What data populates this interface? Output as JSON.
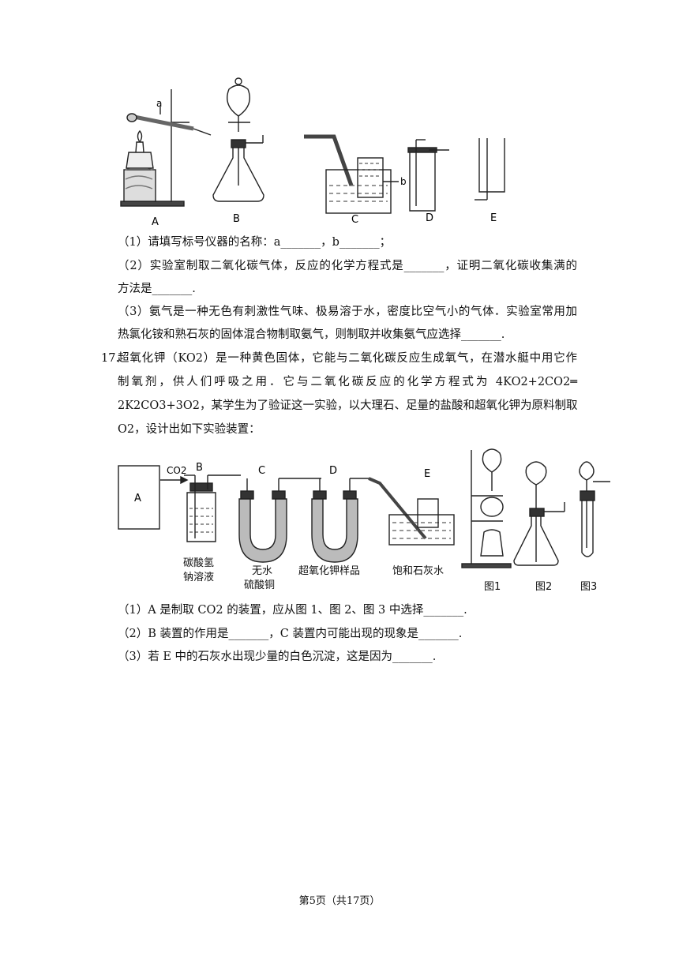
{
  "figure1": {
    "labels": [
      "A",
      "B",
      "C",
      "D",
      "E"
    ],
    "marker_a": "a",
    "marker_b": "b"
  },
  "q16": {
    "sub1": "（1）请填写标号仪器的名称：a_______，b_______；",
    "sub2_line1": "（2）实验室制取二氧化碳气体，反应的化学方程式是_______，证明二氧化碳收集满的",
    "sub2_line2": "方法是_______.",
    "sub3_line1": "（3）氨气是一种无色有刺激性气味、极易溶于水，密度比空气小的气体．实验室常用加",
    "sub3_line2": "热氯化铵和熟石灰的固体混合物制取氨气，则制取并收集氨气应选择_______."
  },
  "q17": {
    "number": "17.",
    "line1": "超氧化钾（KO2）是一种黄色固体，它能与二氧化碳反应生成氧气，在潜水艇中用它作",
    "line2": "制氧剂，供人们呼吸之用．它与二氧化碳反应的化学方程式为 4KO2+2CO2═",
    "line3": "2K2CO3+3O2，某学生为了验证这一实验，以大理石、足量的盐酸和超氧化钾为原料制取",
    "line4": "O2，设计出如下实验装置：",
    "sub1": "（1）A 是制取 CO2 的装置，应从图 1、图 2、图 3 中选择_______.",
    "sub2": "（2）B 装置的作用是_______，C 装置内可能出现的现象是_______.",
    "sub3": "（3）若 E 中的石灰水出现少量的白色沉淀，这是因为_______."
  },
  "figure2": {
    "box_label": "A",
    "gas_label": "CO2",
    "labels": [
      "B",
      "C",
      "D",
      "E"
    ],
    "captions": {
      "b_line1": "碳酸氢",
      "b_line2": "钠溶液",
      "c_line1": "无水",
      "c_line2": "硫酸铜",
      "d": "超氧化钾样品",
      "e": "饱和石灰水",
      "fig1": "图1",
      "fig2": "图2",
      "fig3": "图3"
    }
  },
  "footer": "第5页（共17页）"
}
